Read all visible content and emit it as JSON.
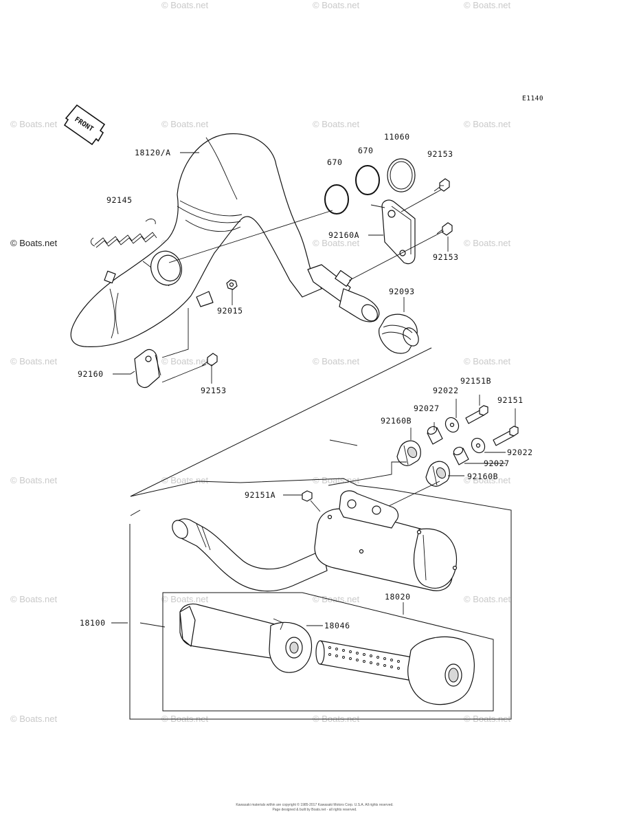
{
  "diagram": {
    "code": "E1140",
    "front_label": "FRONT",
    "watermark": "© Boats.net",
    "copyright_line1": "Kawasaki materials within are copyright © 1985-2017 Kawasaki Motors Corp. U.S.A. All rights reserved.",
    "copyright_line2": "Page designed & built by Boats.net - all rights reserved.",
    "part_labels": {
      "p18120A": "18120/A",
      "p92145": "92145",
      "p670a": "670",
      "p670b": "670",
      "p11060": "11060",
      "p92153a": "92153",
      "p92160A": "92160A",
      "p92153b": "92153",
      "p92015": "92015",
      "p92093": "92093",
      "p92160": "92160",
      "p92153c": "92153",
      "p92151B": "92151B",
      "p92022a": "92022",
      "p92151": "92151",
      "p92027a": "92027",
      "p92160Ba": "92160B",
      "p92022b": "92022",
      "p92027b": "92027",
      "p92160Bb": "92160B",
      "p92151A": "92151A",
      "p18020": "18020",
      "p18100": "18100",
      "p18046": "18046"
    }
  }
}
